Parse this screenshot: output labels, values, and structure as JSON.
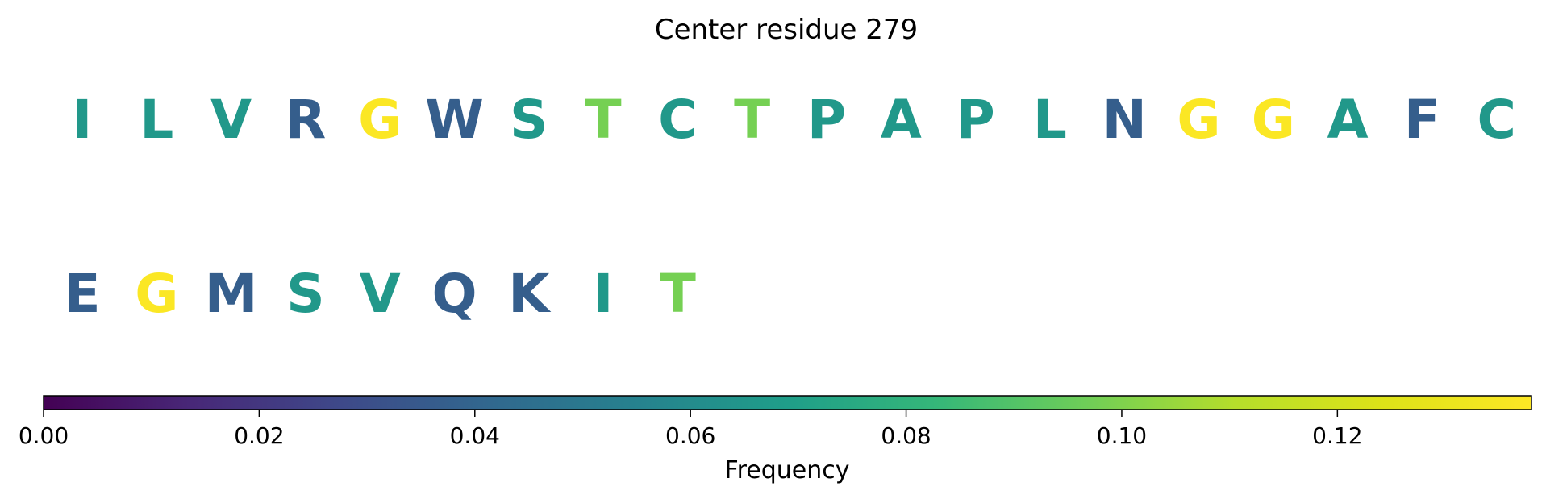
{
  "chart_data": {
    "type": "heatmap",
    "title": "Center residue 279",
    "residues": [
      {
        "letter": "I",
        "frequency": 0.066
      },
      {
        "letter": "L",
        "frequency": 0.066
      },
      {
        "letter": "V",
        "frequency": 0.066
      },
      {
        "letter": "R",
        "frequency": 0.037
      },
      {
        "letter": "G",
        "frequency": 0.137
      },
      {
        "letter": "W",
        "frequency": 0.037
      },
      {
        "letter": "S",
        "frequency": 0.066
      },
      {
        "letter": "T",
        "frequency": 0.098
      },
      {
        "letter": "C",
        "frequency": 0.066
      },
      {
        "letter": "T",
        "frequency": 0.098
      },
      {
        "letter": "P",
        "frequency": 0.066
      },
      {
        "letter": "A",
        "frequency": 0.066
      },
      {
        "letter": "P",
        "frequency": 0.066
      },
      {
        "letter": "L",
        "frequency": 0.066
      },
      {
        "letter": "N",
        "frequency": 0.037
      },
      {
        "letter": "G",
        "frequency": 0.137
      },
      {
        "letter": "G",
        "frequency": 0.137
      },
      {
        "letter": "A",
        "frequency": 0.066
      },
      {
        "letter": "F",
        "frequency": 0.037
      },
      {
        "letter": "C",
        "frequency": 0.066
      },
      {
        "letter": "E",
        "frequency": 0.037
      },
      {
        "letter": "G",
        "frequency": 0.137
      },
      {
        "letter": "M",
        "frequency": 0.037
      },
      {
        "letter": "S",
        "frequency": 0.066
      },
      {
        "letter": "V",
        "frequency": 0.066
      },
      {
        "letter": "Q",
        "frequency": 0.037
      },
      {
        "letter": "K",
        "frequency": 0.037
      },
      {
        "letter": "I",
        "frequency": 0.066
      },
      {
        "letter": "T",
        "frequency": 0.098
      }
    ],
    "residues_per_row": 20,
    "colorbar": {
      "colormap": "viridis",
      "range": [
        0,
        0.138
      ],
      "ticks": [
        "0.00",
        "0.02",
        "0.04",
        "0.06",
        "0.08",
        "0.10",
        "0.12"
      ],
      "tick_values": [
        0,
        0.02,
        0.04,
        0.06,
        0.08,
        0.1,
        0.12
      ],
      "label": "Frequency",
      "placement": "bottom"
    }
  }
}
